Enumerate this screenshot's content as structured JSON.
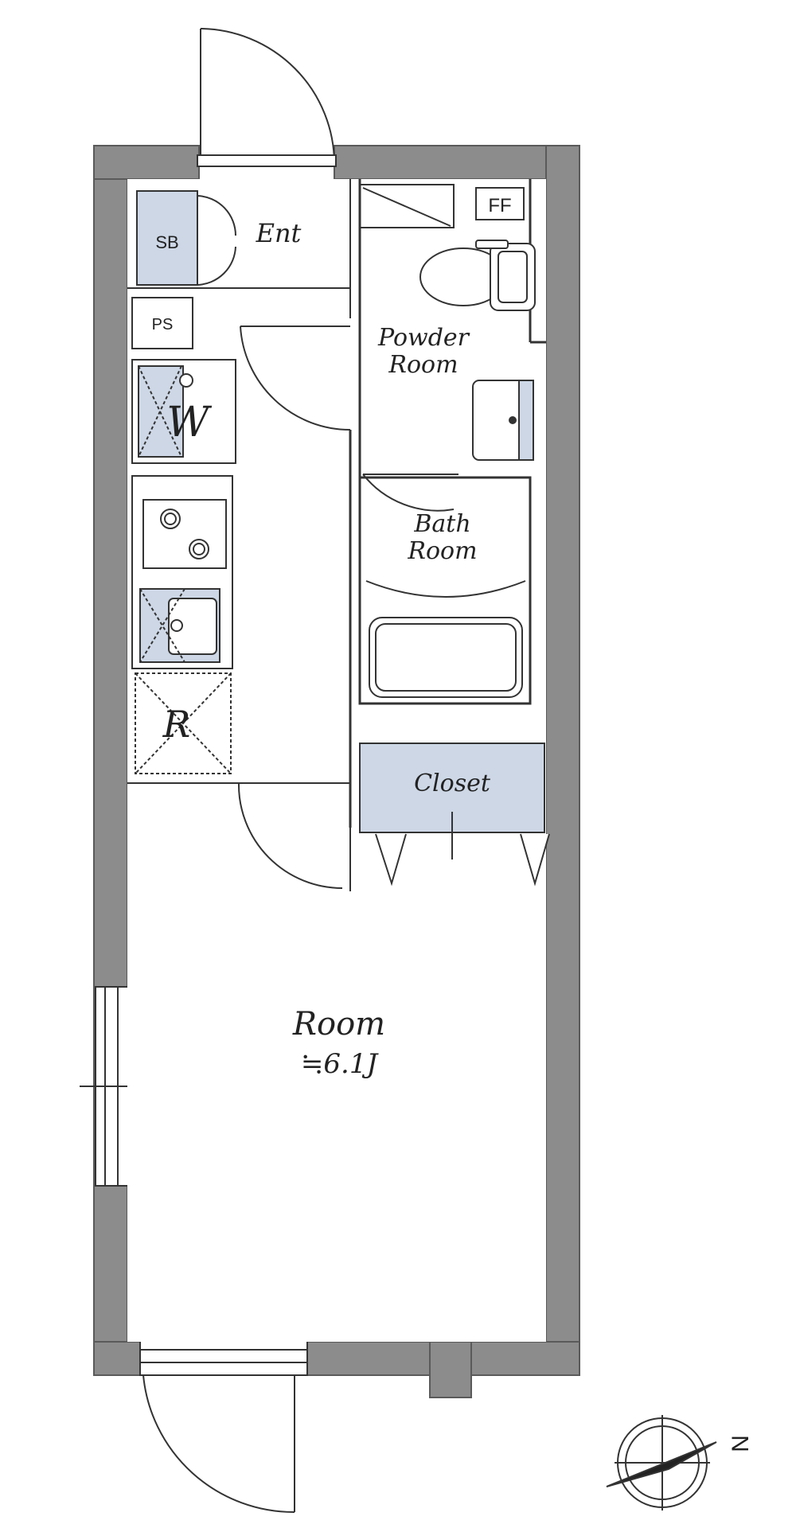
{
  "colors": {
    "wall": "#8c8c8c",
    "wall_edge": "#5a5a5a",
    "line": "#333333",
    "accent": "#cdd7e6",
    "floor": "#ffffff"
  },
  "labels": {
    "entrance": "Ent",
    "shoe_box": "SB",
    "pipe_space": "PS",
    "fan_filter": "FF",
    "powder_room_line1": "Powder",
    "powder_room_line2": "Room",
    "washer": "W",
    "bath_room_line1": "Bath",
    "bath_room_line2": "Room",
    "refrigerator": "R",
    "closet": "Closet",
    "room": "Room",
    "room_size": "≒6.1J"
  },
  "compass": {
    "icon": "compass-north-icon",
    "letter": "N"
  }
}
